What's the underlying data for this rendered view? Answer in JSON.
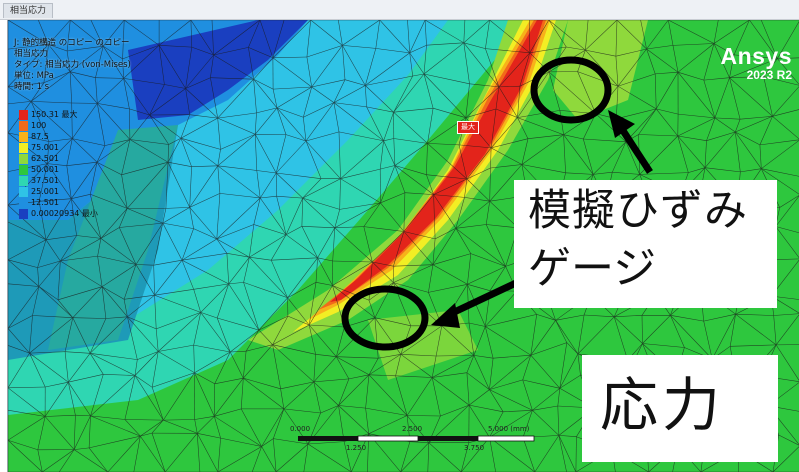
{
  "window": {
    "tab_title": "相当応力"
  },
  "info": {
    "line1": "J: 静的構造 のコピー のコピー",
    "line2": "相当応力",
    "line3": "タイプ: 相当応力 (von-Mises)",
    "line4": "単位: MPa",
    "line5": "時間: 1 s"
  },
  "legend": {
    "entries": [
      {
        "label": "150.31 最大",
        "color": "#e3241b"
      },
      {
        "label": "100",
        "color": "#f26a1a"
      },
      {
        "label": "87.5",
        "color": "#f7b21a"
      },
      {
        "label": "75.001",
        "color": "#f2ee24"
      },
      {
        "label": "62.501",
        "color": "#8fd93c"
      },
      {
        "label": "50.001",
        "color": "#2ec73e"
      },
      {
        "label": "37.501",
        "color": "#2fd6b2"
      },
      {
        "label": "25.001",
        "color": "#2fc3e6"
      },
      {
        "label": "12.501",
        "color": "#1f8fe0"
      },
      {
        "label": "0.00020934 最小",
        "color": "#1a3fc0"
      }
    ]
  },
  "logo": {
    "name": "Ansys",
    "version": "2023 R2"
  },
  "max_marker": "最大",
  "scale_bar": {
    "t0": "0.000",
    "t1": "2.500",
    "t2": "5.000 (mm)",
    "t_mid1": "1.250",
    "t_mid2": "3.750"
  },
  "callout": {
    "line1": "模擬ひずみ",
    "line2": "ゲージ"
  },
  "stress_label": "応力",
  "colors": {
    "accent_red": "#e3241b",
    "mesh_line": "#1a1a1a",
    "background_green": "#2ec73e"
  }
}
